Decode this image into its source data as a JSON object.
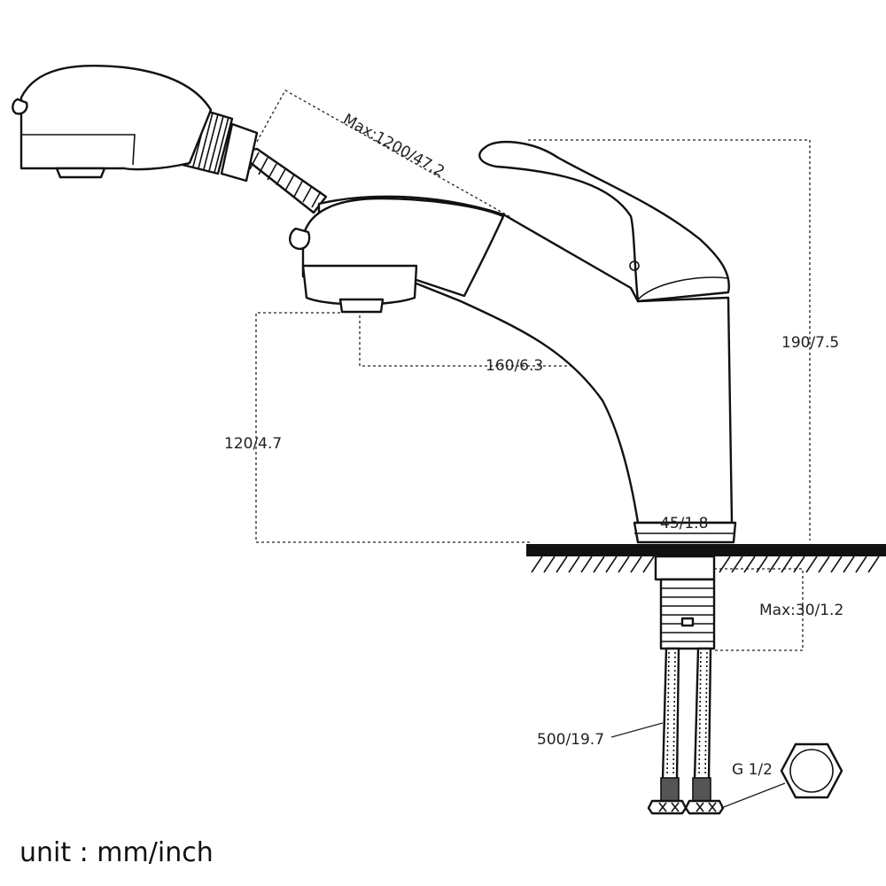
{
  "dimensions": {
    "hose_max": "Max:1200/47.2",
    "reach": "160/6.3",
    "total_height": "190/7.5",
    "spout_height": "120/4.7",
    "base_diameter": "45/1.8",
    "deck_thickness": "Max:30/1.2",
    "supply_hose": "500/19.7",
    "thread": "G 1/2"
  },
  "unit_note": "unit : mm/inch"
}
